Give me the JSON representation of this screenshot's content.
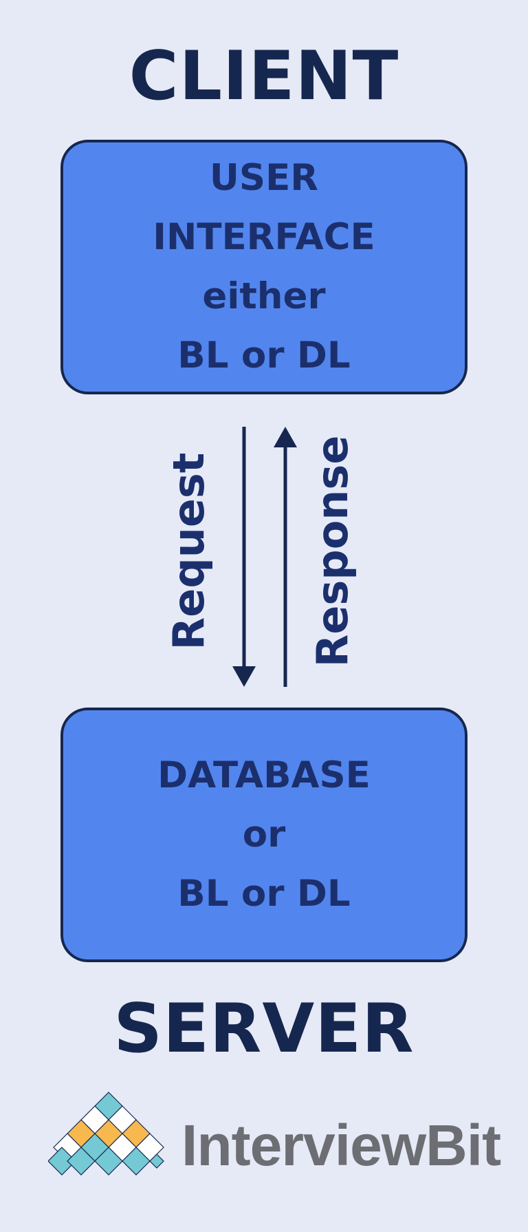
{
  "client": {
    "title": "CLIENT",
    "box_lines": [
      "USER",
      "INTERFACE",
      "either",
      "BL or DL"
    ]
  },
  "server": {
    "title": "SERVER",
    "box_lines": [
      "DATABASE",
      "or",
      "BL or DL"
    ]
  },
  "arrows": {
    "request_label": "Request",
    "response_label": "Response"
  },
  "logo": {
    "text": "InterviewBit",
    "icon": "interviewbit-diamond-logo-icon"
  },
  "colors": {
    "background": "#e6eaf6",
    "box_fill": "#5286ee",
    "dark_navy": "#16274f",
    "box_text": "#1c2f6d",
    "logo_teal": "#74c9d4",
    "logo_orange": "#f7b84e",
    "logo_gray": "#6c6e73"
  }
}
